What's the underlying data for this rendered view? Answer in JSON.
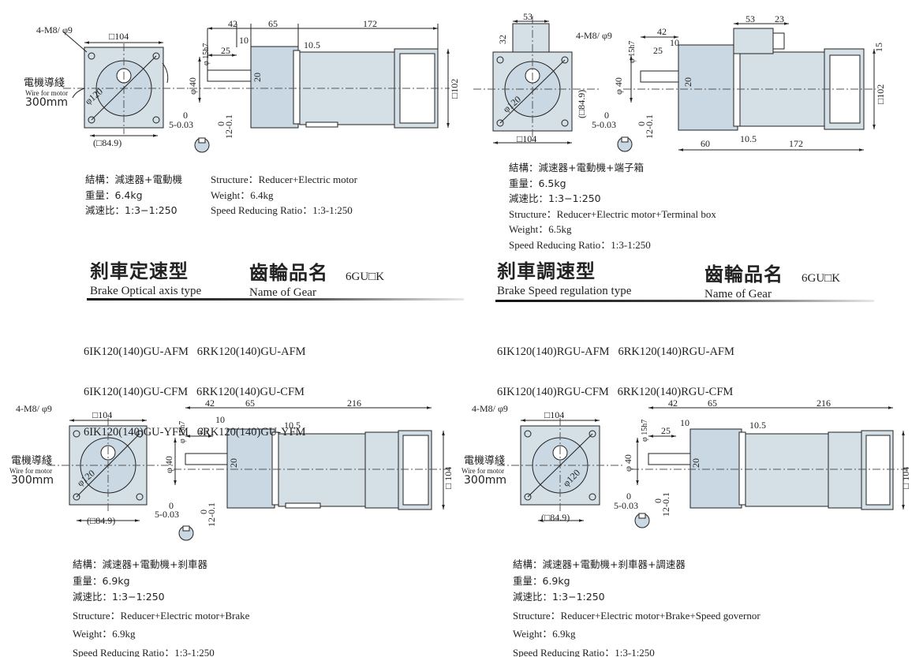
{
  "drawings": {
    "d1": {
      "thread": "4-M8/ φ9",
      "sq": "□104",
      "dia": "φ120",
      "bolt": "(□84.9)",
      "wire_zh": "電機導綫",
      "wire_en": "Wire for motor",
      "wire_len": "300mm",
      "d42": "42",
      "d65": "65",
      "d172": "172",
      "d10": "10",
      "d105": "10.5",
      "d25": "25",
      "dh7": "φ 15h7",
      "d40": "φ 40",
      "d20": "20",
      "d102": "□102",
      "key_w": "5-0.03",
      "key_w_top": "0",
      "key_h": "12-0.1",
      "key_h_top": "0"
    },
    "d2": {
      "thread": "4-M8/ φ9",
      "box53": "53",
      "box32": "32",
      "bolt": "(□84.9)",
      "dia": "φ120",
      "sq": "□104",
      "d42": "42",
      "d10": "10",
      "d25": "25",
      "d53": "53",
      "d23": "23",
      "d15": "15",
      "dh7": "φ 15h7",
      "d40": "φ 40",
      "d20": "20",
      "d102": "□102",
      "d60": "60",
      "d105": "10.5",
      "d172": "172",
      "key_w": "5-0.03",
      "key_w_top": "0",
      "key_h": "12-0.1",
      "key_h_top": "0"
    },
    "d3": {
      "thread": "4-M8/ φ9",
      "sq": "□104",
      "dia": "φ120",
      "bolt": "(□84.9)",
      "wire_zh": "電機導綫",
      "wire_en": "Wire for motor",
      "wire_len": "300mm",
      "d42": "42",
      "d65": "65",
      "d216": "216",
      "d10": "10",
      "d105": "10.5",
      "d25": "25",
      "dh7": "φ 15h7",
      "d40": "φ 40",
      "d20": "20",
      "d104": "□ 104",
      "key_w": "5-0.03",
      "key_w_top": "0",
      "key_h": "12-0.1",
      "key_h_top": "0"
    },
    "d4": {
      "thread": "4-M8/ φ9",
      "sq": "□104",
      "dia": "φ120",
      "bolt": "(□84.9)",
      "wire_zh": "電機導綫",
      "wire_en": "Wire for motor",
      "wire_len": "300mm",
      "d42": "42",
      "d65": "65",
      "d216": "216",
      "d10": "10",
      "d105": "10.5",
      "d25": "25",
      "dh7": "φ 15h7",
      "d40": "φ 40",
      "d20": "20",
      "d104": "□ 104",
      "key_w": "5-0.03",
      "key_w_top": "0",
      "key_h": "12-0.1",
      "key_h_top": "0"
    }
  },
  "spec1": {
    "zh": [
      "結構：減速器+電動機",
      "重量：6.4kg",
      "減速比：1:3−1:250"
    ],
    "en": [
      "Structure：Reducer+Electric motor",
      "Weight：6.4kg",
      "Speed Reducing Ratio：1:3-1:250"
    ]
  },
  "spec2": {
    "zh": [
      "結構：減速器+電動機+端子箱",
      "重量：6.5kg",
      "減速比：1:3−1:250"
    ],
    "en": [
      "Structure：Reducer+Electric motor+Terminal box",
      "Weight：6.5kg",
      "Speed Reducing Ratio：1:3-1:250"
    ]
  },
  "spec3": {
    "zh": [
      "結構：減速器+電動機+刹車器",
      "重量：6.9kg",
      "減速比：1:3−1:250"
    ],
    "en": [
      "Structure：Reducer+Electric motor+Brake",
      "Weight：6.9kg",
      "Speed Reducing Ratio：1:3-1:250"
    ]
  },
  "spec4": {
    "zh": [
      "結構：減速器+電動機+刹車器+調速器",
      "重量：6.9kg",
      "減速比：1:3−1:250"
    ],
    "en": [
      "Structure：Reducer+Electric motor+Brake+Speed governor",
      "Weight：6.9kg",
      "Speed Reducing Ratio：1:3-1:250"
    ]
  },
  "section_left": {
    "title_zh": "刹車定速型",
    "title_en": "Brake Optical axis type",
    "gear_zh": "齒輪品名",
    "gear_en": "Name of Gear",
    "gear_code": "6GU□K",
    "models": [
      "6IK120(140)GU-AFM   6RK120(140)GU-AFM",
      "6IK120(140)GU-CFM   6RK120(140)GU-CFM",
      "6IK120(140)GU-YFM   6RK120(140)GU-YFM"
    ]
  },
  "section_right": {
    "title_zh": "刹車調速型",
    "title_en": "Brake Speed regulation type",
    "gear_zh": "齒輪品名",
    "gear_en": "Name of Gear",
    "gear_code": "6GU□K",
    "models": [
      "6IK120(140)RGU-AFM   6RK120(140)RGU-AFM",
      "6IK120(140)RGU-CFM   6RK120(140)RGU-CFM"
    ]
  },
  "colors": {
    "motor_fill": "#d4dfe6",
    "gear_fill": "#c9d8e2",
    "line": "#222222",
    "center": "#555555"
  }
}
